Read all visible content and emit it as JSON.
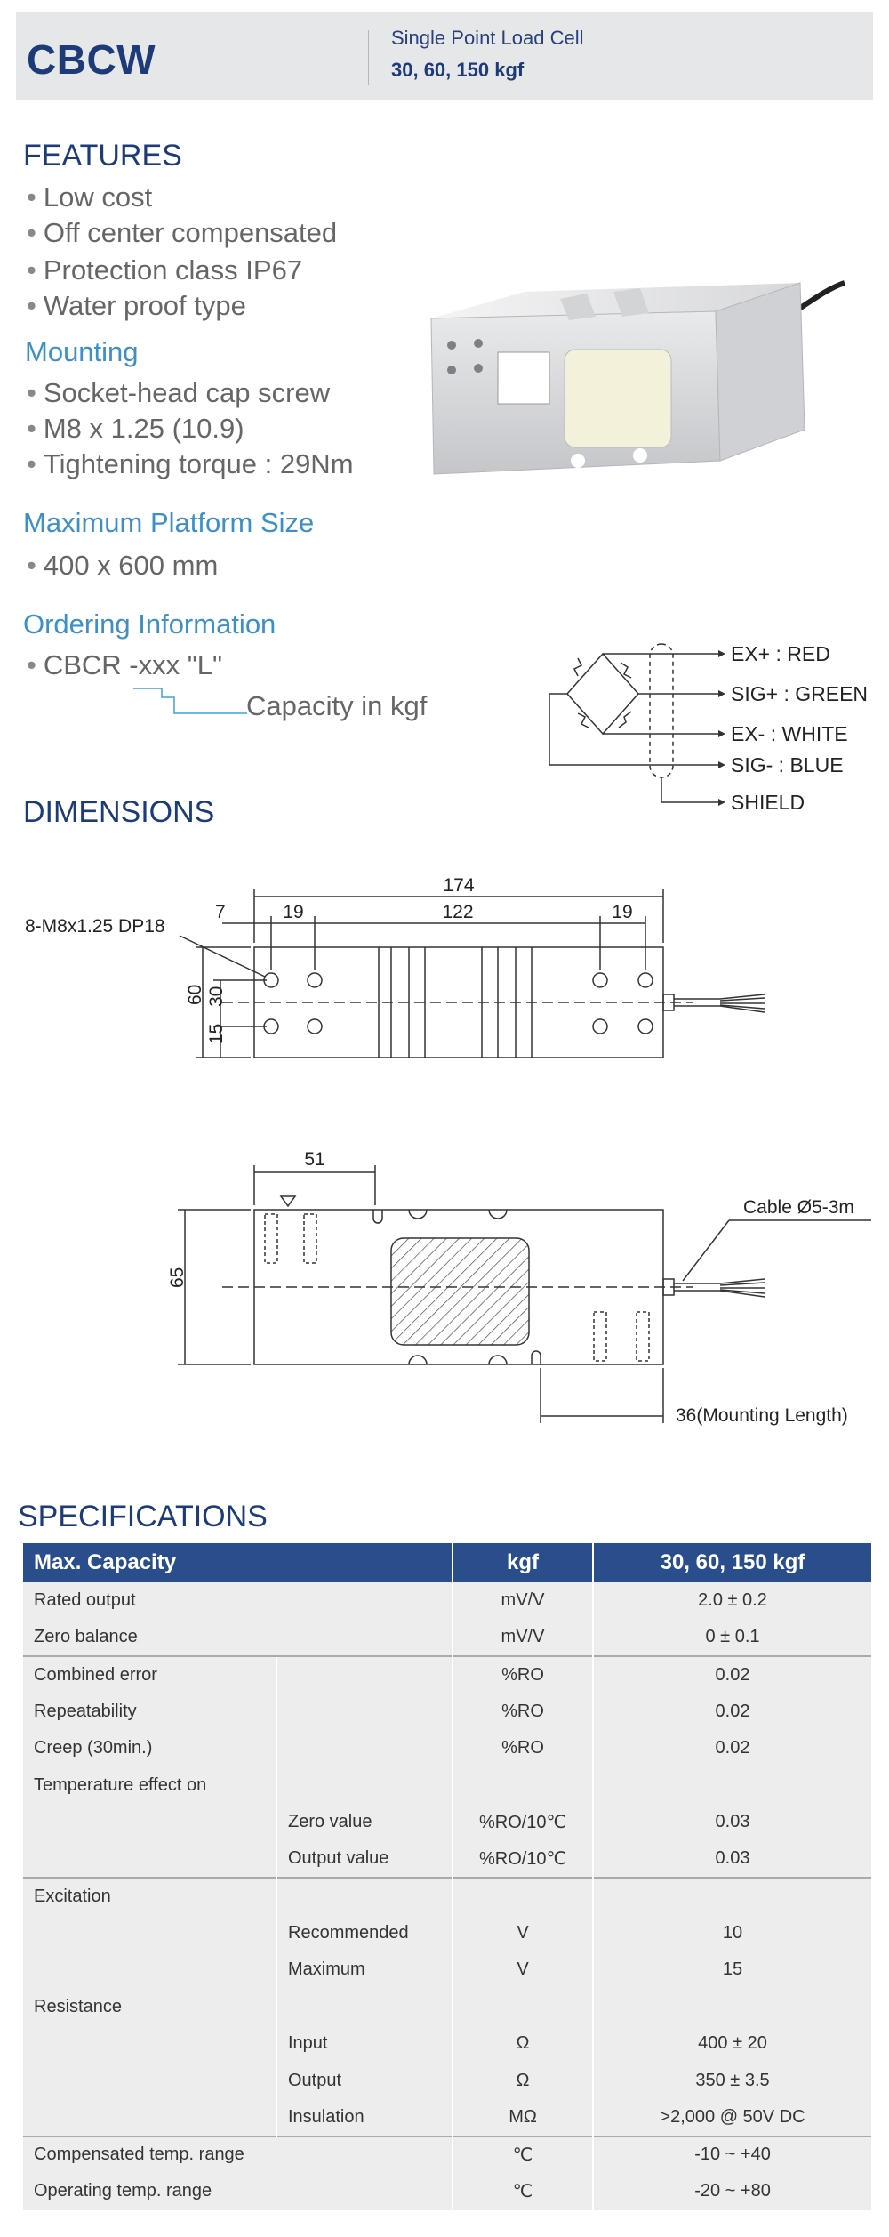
{
  "header": {
    "code": "CBCW",
    "subtitle": "Single Point Load Cell",
    "capacities": "30, 60, 150 kgf"
  },
  "features": {
    "title": "FEATURES",
    "items": [
      "Low cost",
      "Off center compensated",
      "Protection class IP67",
      "Water proof type"
    ]
  },
  "mounting": {
    "title": "Mounting",
    "items": [
      "Socket-head cap screw",
      "M8 x 1.25 (10.9)",
      "Tightening torque : 29Nm"
    ]
  },
  "platform": {
    "title": "Maximum Platform Size",
    "items": [
      "400 x 600 mm"
    ]
  },
  "ordering": {
    "title": "Ordering Information",
    "code": "CBCR -xxx \"L\"",
    "capacity_label": "Capacity in kgf"
  },
  "wiring": {
    "labels": [
      "EX+ : RED",
      "SIG+ : GREEN",
      "EX- : WHITE",
      "SIG- : BLUE",
      "SHIELD"
    ]
  },
  "dimensions": {
    "title": "DIMENSIONS",
    "top_view": {
      "hole_label": "8-M8x1.25 DP18",
      "overall_length": "174",
      "edge_offset": "7",
      "hole_pitch_left": "19",
      "hole_span": "122",
      "hole_pitch_right": "19",
      "width": "60",
      "hole_spacing": "30",
      "hole_edge": "15"
    },
    "side_view": {
      "offset": "51",
      "height": "65",
      "cable": "Cable Ø5-3m",
      "mounting_length": "36(Mounting Length)"
    }
  },
  "specifications": {
    "title": "SPECIFICATIONS",
    "header": [
      "Max. Capacity",
      "kgf",
      "30, 60, 150 kgf"
    ],
    "rows": [
      {
        "group": "Rated output",
        "sub": "",
        "unit": "mV/V",
        "value": "2.0 ± 0.2"
      },
      {
        "group": "Zero balance",
        "sub": "",
        "unit": "mV/V",
        "value": "0 ± 0.1"
      },
      {
        "group": "Combined error",
        "sub": "",
        "unit": "%RO",
        "value": "0.02"
      },
      {
        "group": "Repeatability",
        "sub": "",
        "unit": "%RO",
        "value": "0.02"
      },
      {
        "group": "Creep (30min.)",
        "sub": "",
        "unit": "%RO",
        "value": "0.02"
      },
      {
        "group": "Temperature effect on",
        "sub": "",
        "unit": "",
        "value": ""
      },
      {
        "group": "",
        "sub": "Zero value",
        "unit": "%RO/10℃",
        "value": "0.03"
      },
      {
        "group": "",
        "sub": "Output  value",
        "unit": "%RO/10℃",
        "value": "0.03"
      },
      {
        "group": "Excitation",
        "sub": "",
        "unit": "",
        "value": ""
      },
      {
        "group": "",
        "sub": "Recommended",
        "unit": "V",
        "value": "10"
      },
      {
        "group": "",
        "sub": "Maximum",
        "unit": "V",
        "value": "15"
      },
      {
        "group": "Resistance",
        "sub": "",
        "unit": "",
        "value": ""
      },
      {
        "group": "",
        "sub": "Input",
        "unit": "Ω",
        "value": "400 ± 20"
      },
      {
        "group": "",
        "sub": "Output",
        "unit": "Ω",
        "value": "350 ± 3.5"
      },
      {
        "group": "",
        "sub": "Insulation",
        "unit": "MΩ",
        "value": ">2,000 @ 50V DC"
      },
      {
        "group": "Compensated temp. range",
        "sub": "",
        "unit": "℃",
        "value": "-10 ~ +40"
      },
      {
        "group": "Operating temp. range",
        "sub": "",
        "unit": "℃",
        "value": "-20 ~ +80"
      }
    ]
  }
}
